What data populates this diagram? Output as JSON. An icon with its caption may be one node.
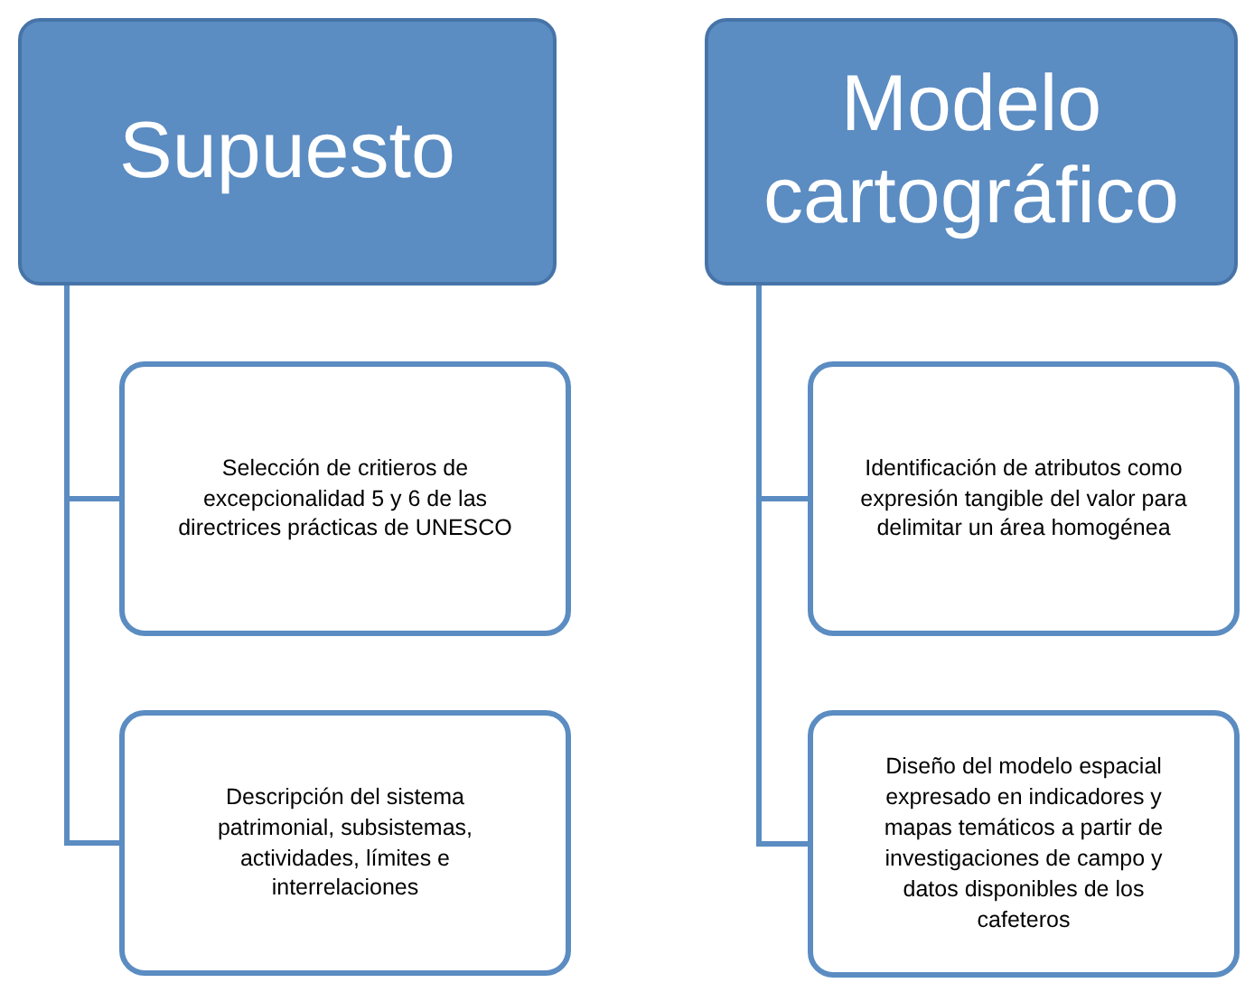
{
  "diagram": {
    "nodes": [
      {
        "text": [
          "Supuesto"
        ]
      },
      {
        "text": [
          "Selección de critieros de excepcionalidad 5 y 6 de las directrices prácticas de UNESCO"
        ]
      },
      {
        "text": [
          "Descripción del sistema patrimonial, subsistemas, actividades, límites e interrelaciones"
        ]
      },
      {
        "text": [
          "Modelo cartográfico"
        ]
      },
      {
        "text": [
          "Identificación de atributos como expresión tangible del valor para delimitar un área homogénea"
        ]
      },
      {
        "text": [
          "Diseño del modelo espacial expresado en indicadores y mapas temáticos a partir de investigaciones de campo y datos disponibles de los cafeteros"
        ]
      }
    ],
    "edges": [
      {
        "from": 0,
        "to": 1,
        "arrow": "none"
      },
      {
        "from": 0,
        "to": 2,
        "arrow": "none"
      },
      {
        "from": 3,
        "to": 4,
        "arrow": "none"
      },
      {
        "from": 3,
        "to": 5,
        "arrow": "none"
      }
    ]
  }
}
